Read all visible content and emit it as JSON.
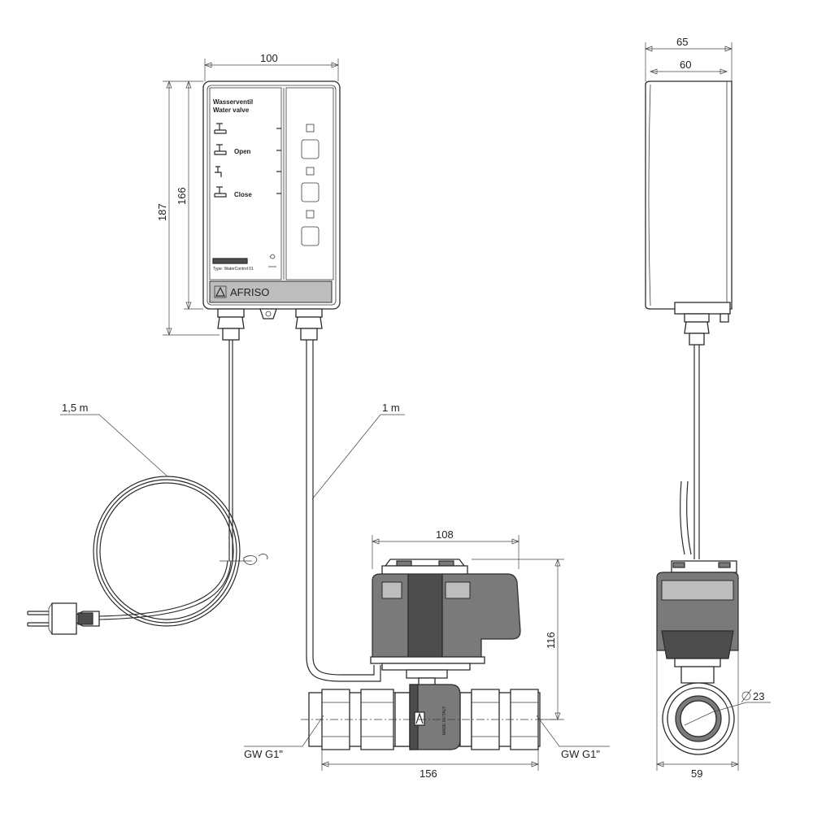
{
  "dimensions": {
    "box_width": "100",
    "box_height_outer": "187",
    "box_height_inner": "166",
    "side_depth_outer": "65",
    "side_depth_inner": "60",
    "cable_power_length": "1,5 m",
    "cable_valve_length": "1 m",
    "valve_width": "108",
    "valve_height": "116",
    "valve_length": "156",
    "thread_left": "GW G1\"",
    "thread_right": "GW G1\"",
    "pipe_diameter": "23",
    "valve_side_width": "59"
  },
  "panel": {
    "title_de": "Wasserventil",
    "title_en": "Water valve",
    "open_label": "Open",
    "close_label": "Close",
    "type_label": "Type: WaterControl 01",
    "brand": "AFRISO",
    "valve_marking": "MADE IN ITALY"
  }
}
